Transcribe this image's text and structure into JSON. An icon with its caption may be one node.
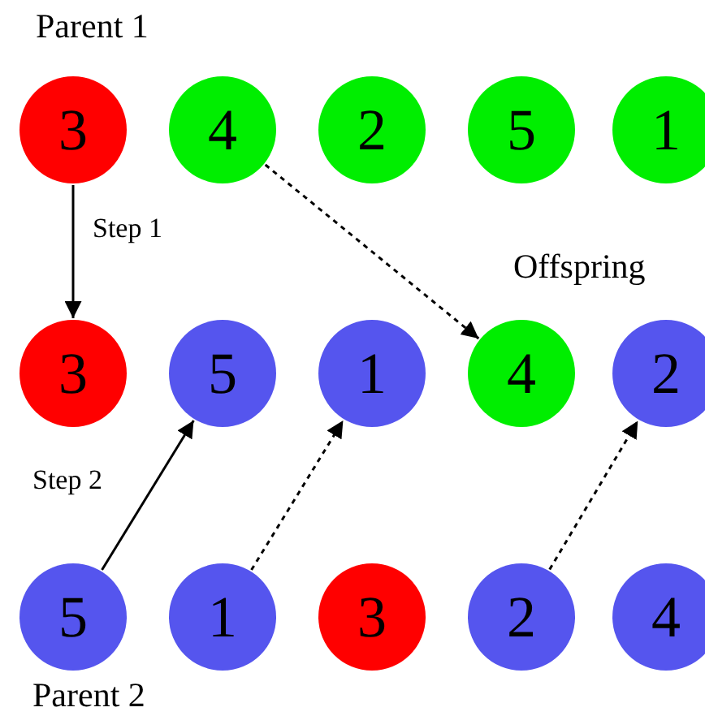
{
  "diagram": {
    "nodes": [
      {
        "text": [
          "3"
        ]
      },
      {
        "text": [
          "4"
        ]
      },
      {
        "text": [
          "2"
        ]
      },
      {
        "text": [
          "5"
        ]
      },
      {
        "text": [
          "1"
        ]
      },
      {
        "text": [
          "3"
        ]
      },
      {
        "text": [
          "5"
        ]
      },
      {
        "text": [
          "1"
        ]
      },
      {
        "text": [
          "4"
        ]
      },
      {
        "text": [
          "2"
        ]
      },
      {
        "text": [
          "5"
        ]
      },
      {
        "text": [
          "1"
        ]
      },
      {
        "text": [
          "3"
        ]
      },
      {
        "text": [
          "2"
        ]
      },
      {
        "text": [
          "4"
        ]
      }
    ],
    "edges": [
      {
        "from": 0,
        "to": 5,
        "arrow": "to",
        "label": "Step 1"
      },
      {
        "from": 1,
        "to": 8,
        "arrow": "to",
        "style": "dashed"
      },
      {
        "from": 10,
        "to": 6,
        "arrow": "to",
        "label": "Step 2"
      },
      {
        "from": 11,
        "to": 7,
        "arrow": "to",
        "style": "dashed"
      },
      {
        "from": 13,
        "to": 9,
        "arrow": "to",
        "style": "dashed"
      }
    ],
    "labels": [
      "Parent 1",
      "Offspring",
      "Parent 2"
    ]
  }
}
